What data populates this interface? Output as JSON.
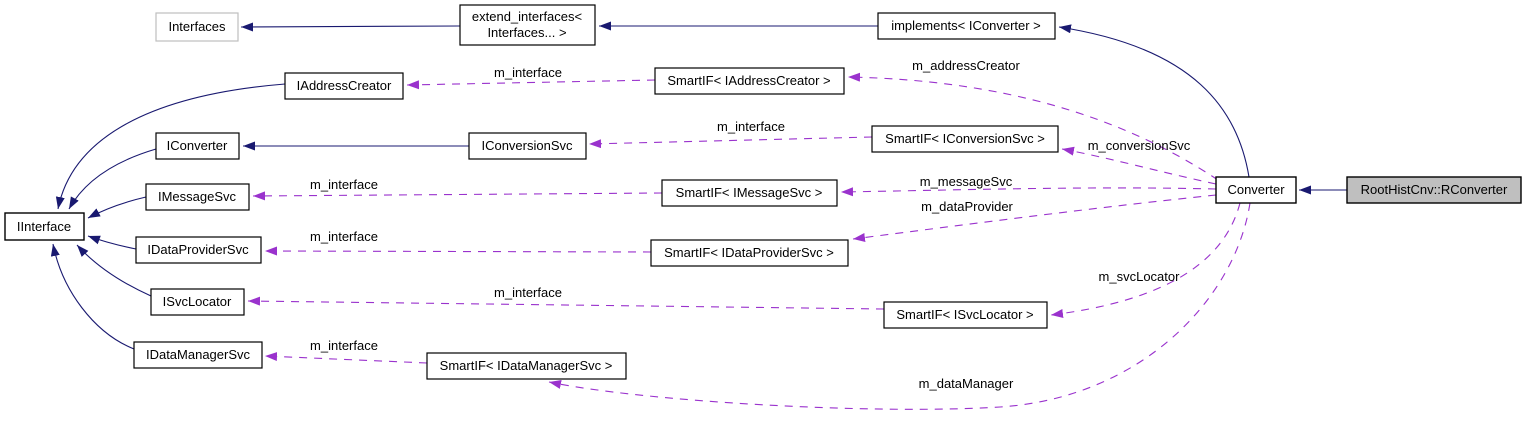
{
  "diagram_type": "doxygen-collaboration-graph",
  "colors": {
    "inheritance_edge": "#191970",
    "usage_edge": "#9a32cd",
    "node_fill": "#ffffff",
    "node_border": "#000000",
    "selected_node_fill": "#bfbfbf",
    "muted_node_border": "#bfbfbf"
  },
  "nodes": {
    "interfaces": {
      "label": "Interfaces"
    },
    "extend_interfaces": {
      "line1": "extend_interfaces<",
      "line2": "Interfaces... >"
    },
    "implements_iconverter": {
      "label": "implements< IConverter >"
    },
    "iaddresscreator": {
      "label": "IAddressCreator"
    },
    "smartif_iaddresscreator": {
      "label": "SmartIF< IAddressCreator >"
    },
    "iconverter": {
      "label": "IConverter"
    },
    "iconversionsvc": {
      "label": "IConversionSvc"
    },
    "smartif_iconversionsvc": {
      "label": "SmartIF< IConversionSvc >"
    },
    "imessagesvc": {
      "label": "IMessageSvc"
    },
    "smartif_imessagesvc": {
      "label": "SmartIF< IMessageSvc >"
    },
    "iinterface": {
      "label": "IInterface"
    },
    "idataprovidersvc": {
      "label": "IDataProviderSvc"
    },
    "smartif_idataprovidersvc": {
      "label": "SmartIF< IDataProviderSvc >"
    },
    "isvclocator": {
      "label": "ISvcLocator"
    },
    "smartif_isvclocator": {
      "label": "SmartIF< ISvcLocator >"
    },
    "idatamanagersvc": {
      "label": "IDataManagerSvc"
    },
    "smartif_idatamanagersvc": {
      "label": "SmartIF< IDataManagerSvc >"
    },
    "converter": {
      "label": "Converter"
    },
    "roothistcnv_rconverter": {
      "label": "RootHistCnv::RConverter"
    }
  },
  "edge_labels": {
    "interface_addresscreator": "m_interface",
    "interface_conversionsvc": "m_interface",
    "interface_messagesvc": "m_interface",
    "interface_dataprovidersvc": "m_interface",
    "interface_svclocator": "m_interface",
    "interface_datamanagersvc": "m_interface",
    "address_creator": "m_addressCreator",
    "conversion_svc": "m_conversionSvc",
    "message_svc": "m_messageSvc",
    "data_provider": "m_dataProvider",
    "svc_locator": "m_svcLocator",
    "data_manager": "m_dataManager"
  }
}
